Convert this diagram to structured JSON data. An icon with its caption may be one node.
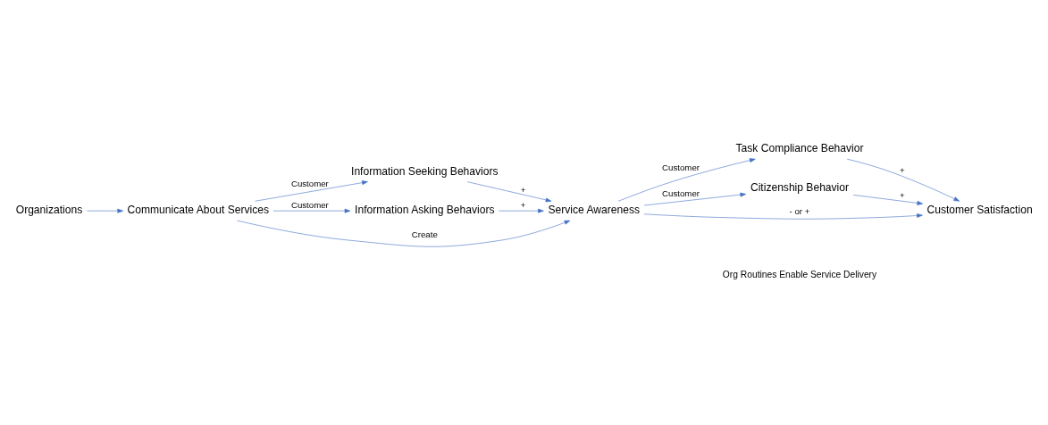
{
  "diagram": {
    "nodes": [
      {
        "text": [
          "Organizations"
        ]
      },
      {
        "text": [
          "Communicate About Services"
        ]
      },
      {
        "text": [
          "Information Seeking Behaviors"
        ]
      },
      {
        "text": [
          "Information Asking Behaviors"
        ]
      },
      {
        "text": [
          "Service Awareness"
        ]
      },
      {
        "text": [
          "Task Compliance Behavior"
        ]
      },
      {
        "text": [
          "Citizenship Behavior"
        ]
      },
      {
        "text": [
          "Customer Satisfaction"
        ]
      }
    ],
    "edges": [
      {
        "from": 0,
        "to": 1,
        "arrow": "to"
      },
      {
        "from": 1,
        "to": 2,
        "arrow": "to",
        "label": "Customer"
      },
      {
        "from": 1,
        "to": 4,
        "arrow": "to",
        "label": "Create"
      },
      {
        "from": 1,
        "to": 3,
        "arrow": "to",
        "label": "Customer"
      },
      {
        "from": 2,
        "to": 4,
        "arrow": "to",
        "label": "+"
      },
      {
        "from": 3,
        "to": 4,
        "arrow": "to",
        "label": "+"
      },
      {
        "from": 4,
        "to": 5,
        "arrow": "to",
        "label": "Customer"
      },
      {
        "from": 4,
        "to": 7,
        "arrow": "to",
        "label": "- or +"
      },
      {
        "from": 4,
        "to": 6,
        "arrow": "to",
        "label": "Customer"
      },
      {
        "from": 5,
        "to": 7,
        "arrow": "to",
        "label": "+"
      },
      {
        "from": 6,
        "to": 7,
        "arrow": "to",
        "label": "+"
      }
    ],
    "labels": [
      "Org Routines Enable Service Delivery"
    ]
  }
}
